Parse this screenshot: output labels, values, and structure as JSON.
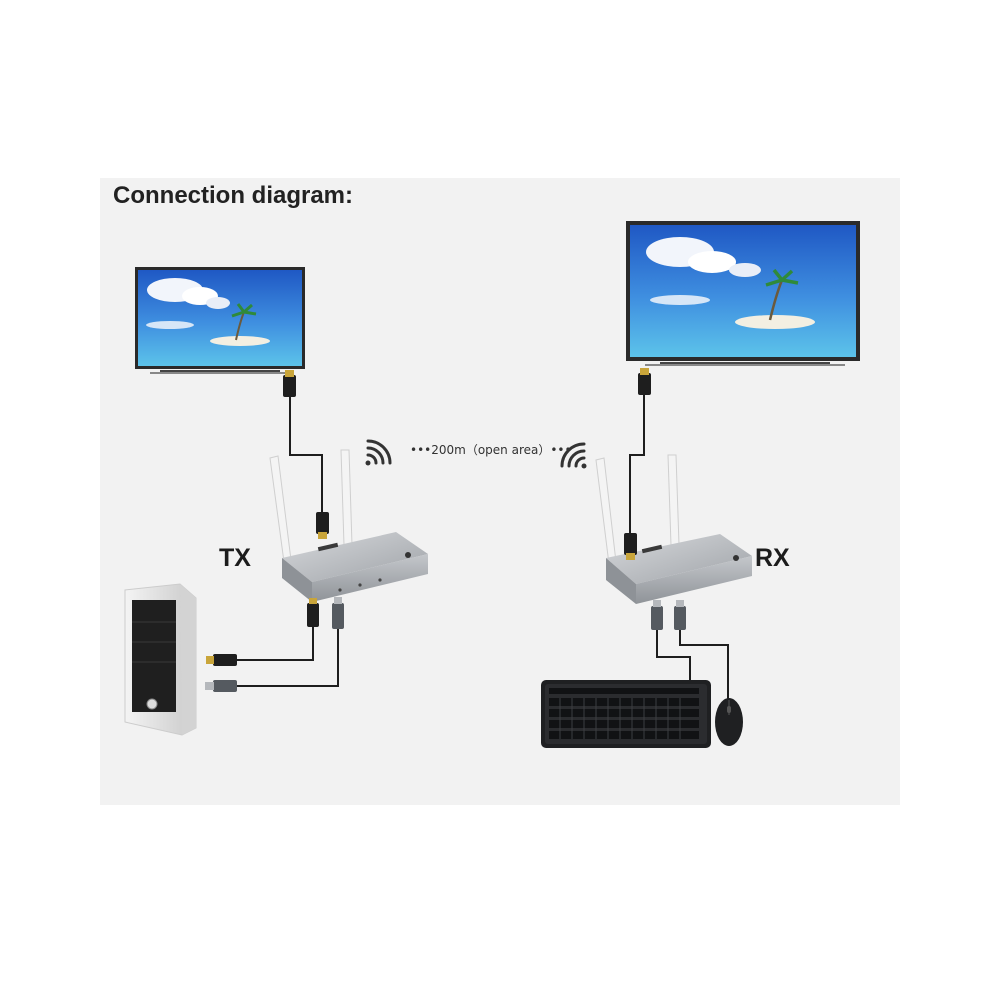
{
  "diagram": {
    "title": "Connection diagram:",
    "transmitter_label": "TX",
    "receiver_label": "RX",
    "distance_label": "•••200m（open area）•••"
  },
  "colors": {
    "panel_background": "#f2f2f2",
    "device_body": "#b9bcc0",
    "antenna": "#f4f4f4",
    "cable": "#1e1e1e",
    "screen_sky": "#2f6fd0",
    "screen_sea": "#47b6e6",
    "pc_case": "#e9e9e9",
    "keyboard": "#1f2022"
  },
  "icons": [
    "wifi-signal-icon",
    "hdmi-plug-icon",
    "usb-plug-icon",
    "monitor-icon",
    "pc-tower-icon",
    "keyboard-icon",
    "mouse-icon"
  ]
}
